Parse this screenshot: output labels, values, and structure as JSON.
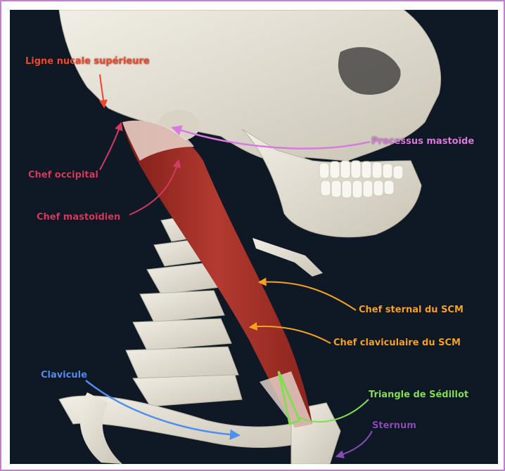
{
  "labels": {
    "ligne_nucale": "Ligne nucale supérieure",
    "processus_mastoide": "Processus mastoïde",
    "chef_occipital": "Chef occipital",
    "chef_mastoidien": "Chef mastoïdien",
    "chef_sternal": "Chef sternal du SCM",
    "chef_claviculaire": "Chef claviculaire du SCM",
    "clavicule": "Clavicule",
    "triangle": "Triangle de Sédillot",
    "sternum": "Sternum"
  },
  "colors": {
    "frame": "#c77ad6",
    "background": "#0f1925",
    "bone": "#e6e2d6",
    "muscle": "#a8322a",
    "red_orange": "#f2462b",
    "magenta": "#d97adf",
    "crimson": "#d23a62",
    "orange": "#f5a31a",
    "blue": "#4d8ef0",
    "green": "#7fe04e",
    "purple": "#8a4ab8"
  }
}
